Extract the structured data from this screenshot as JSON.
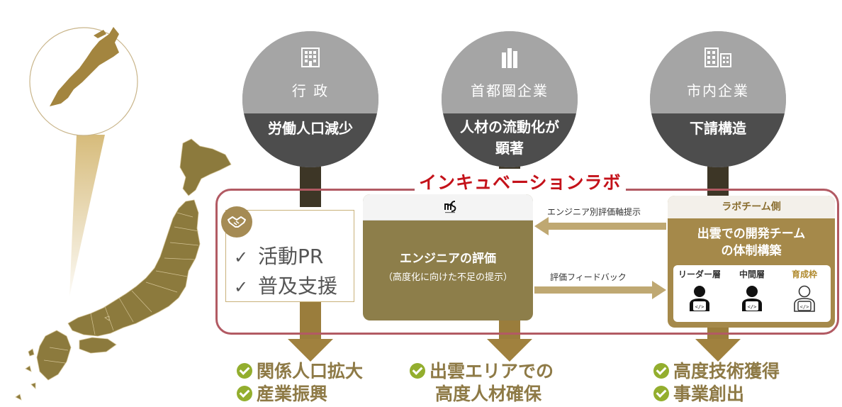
{
  "stakeholders": [
    {
      "name": "行 政",
      "issue": "労働人口減少",
      "icon": "building-icon"
    },
    {
      "name": "首都圏企業",
      "issue": "人材の流動化が\n顕著",
      "icon": "office-tower-icon"
    },
    {
      "name": "市内企業",
      "issue": "下請構造",
      "icon": "buildings-icon"
    }
  ],
  "lab": {
    "title": "インキュベーションラボ",
    "activities": [
      "活動PR",
      "普及支援"
    ],
    "evaluation": {
      "title": "エンジニアの評価",
      "subtitle": "（高度化に向けた不足の提示）"
    },
    "arrows": {
      "to_eval": "エンジニア別評価軸提示",
      "to_team": "評価フィードバック"
    },
    "team": {
      "header": "ラボチーム側",
      "title": "出雲での開発チーム\nの体制構築",
      "roles": [
        "リーダー層",
        "中間層",
        "育成枠"
      ]
    }
  },
  "outcomes": {
    "gov": [
      "関係人口拡大",
      "産業振興"
    ],
    "metro": [
      "出雲エリアでの",
      "高度人材確保"
    ],
    "local": [
      "高度技術獲得",
      "事業創出"
    ]
  },
  "colors": {
    "gold": "#a0813e",
    "red_title": "#c4121a",
    "frame": "#b25a63",
    "check_green": "#93ae2e"
  }
}
